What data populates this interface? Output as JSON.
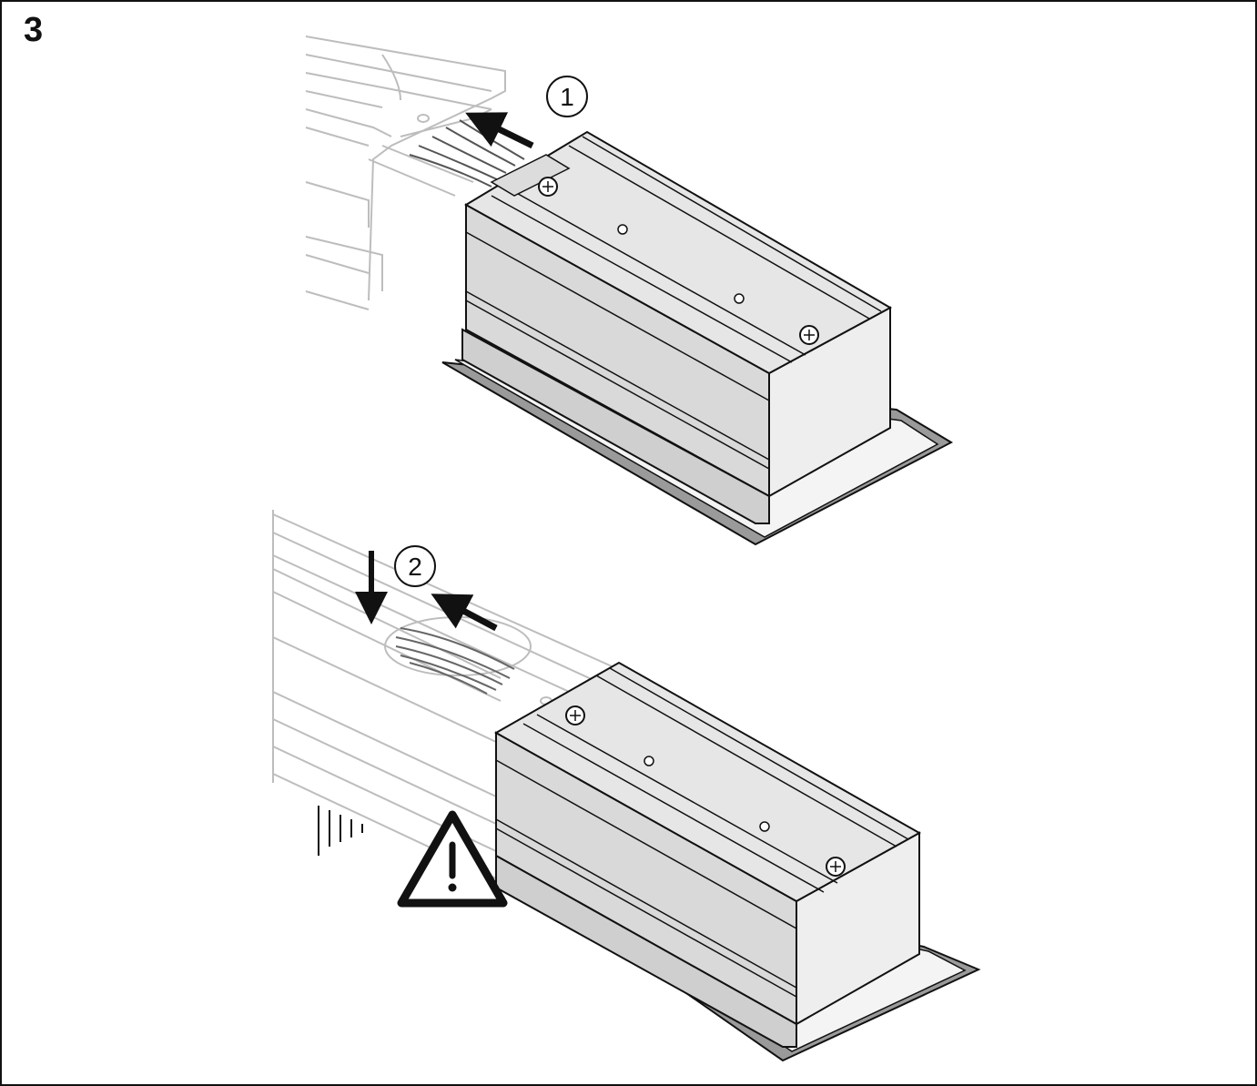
{
  "figure": {
    "step_number": "3",
    "callouts": [
      {
        "id": "callout-1",
        "label": "1"
      },
      {
        "id": "callout-2",
        "label": "2"
      }
    ],
    "colors": {
      "line": "#111111",
      "housing_face": "#dcdcdc",
      "housing_top": "#e8e8e8",
      "housing_side": "#f0f0f0",
      "rail_light": "#d9d9d9",
      "base_plate": "#9a9a9a"
    },
    "icons": [
      "warning-triangle-icon",
      "arrow-icon",
      "screw-icon"
    ]
  }
}
